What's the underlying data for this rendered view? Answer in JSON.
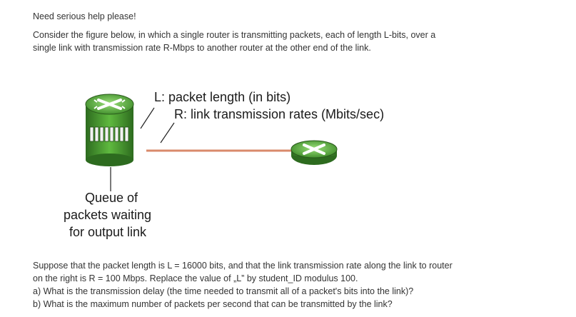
{
  "intro": {
    "line1": "Need serious help please!",
    "line2": "Consider the figure below, in which a single router is transmitting packets, each of length L-bits, over a",
    "line3": "single link with transmission rate R-Mbps to another router at the other end of the link."
  },
  "figure": {
    "label_L": "L: packet length (in bits)",
    "label_R": "R: link transmission rates (Mbits/sec)",
    "queue_line1": "Queue of",
    "queue_line2": "packets waiting",
    "queue_line3": "for output link"
  },
  "question": {
    "line1": "Suppose that the packet length is L = 16000 bits, and that the link transmission rate along the link to router",
    "line2": "on the right is R = 100 Mbps. Replace the value of „L” by student_ID modulus 100.",
    "line3": "a) What is the transmission delay (the time needed to transmit all of a packet's bits into the link)?",
    "line4": "b) What is the maximum number of packets per second that can be transmitted by the link?"
  }
}
